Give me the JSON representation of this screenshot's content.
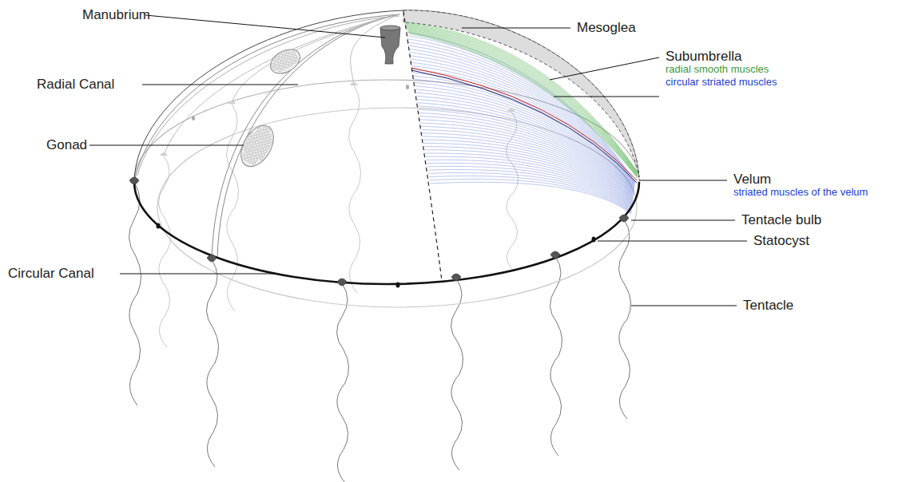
{
  "diagram": {
    "labels": [
      "Manubrium",
      "Mesoglea",
      "Subumbrella",
      "radial smooth muscles",
      "circular striated muscles",
      "Radial Canal",
      "Gonad",
      "Velum",
      "striated muscles of the velum",
      "Tentacle bulb",
      "Statocyst",
      "Circular Canal",
      "Tentacle"
    ]
  }
}
